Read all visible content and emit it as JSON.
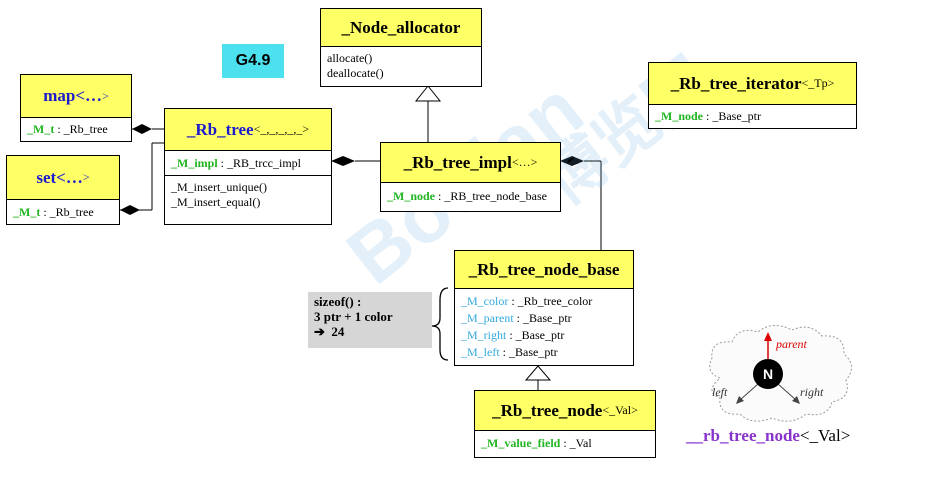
{
  "badge": "G4.9",
  "node_allocator": {
    "title": "_Node_allocator",
    "methods": [
      "allocate()",
      "deallocate()"
    ]
  },
  "map": {
    "title": "map<…",
    "tp": ">",
    "attr_name": "_M_t",
    "attr_type": " : _Rb_tree"
  },
  "set": {
    "title": "set<…",
    "tp": ">",
    "attr_name": "_M_t",
    "attr_type": " : _Rb_tree"
  },
  "rb_tree": {
    "title": "_Rb_tree",
    "tp": "<_,_,_,_,_>",
    "attr_name": "_M_impl",
    "attr_type": " : _RB_trcc_impl",
    "methods": [
      "_M_insert_unique()",
      "_M_insert_equal()"
    ]
  },
  "rb_tree_impl": {
    "title": "_Rb_tree_impl",
    "tp": "<…>",
    "attr_name": "_M_node",
    "attr_type": " : _RB_tree_node_base"
  },
  "rb_tree_iterator": {
    "title": "_Rb_tree_iterator",
    "tp": "<_Tp>",
    "attr_name": "_M_node",
    "attr_type": " : _Base_ptr"
  },
  "rb_tree_node_base": {
    "title": "_Rb_tree_node_base",
    "attrs": [
      {
        "name": "_M_color",
        "type": " : _Rb_tree_color"
      },
      {
        "name": "_M_parent",
        "type": " : _Base_ptr"
      },
      {
        "name": "_M_right",
        "type": " : _Base_ptr"
      },
      {
        "name": "_M_left",
        "type": " : _Base_ptr"
      }
    ]
  },
  "rb_tree_node": {
    "title": "_Rb_tree_node",
    "tp": "<_Val>",
    "attr_name": "_M_value_field",
    "attr_type": " : _Val"
  },
  "sizeof_note": {
    "line1": "sizeof() :",
    "line2": "3 ptr + 1 color",
    "line3": "24",
    "arrow": "➔"
  },
  "node_figure": {
    "node_label": "N",
    "parent": "parent",
    "left": "left",
    "right": "right",
    "caption_name": "__rb_tree_node",
    "caption_tp": "<_Val>"
  },
  "watermark": {
    "text": "Boolan",
    "chars": "博览网"
  },
  "colors": {
    "header": "#ffff66",
    "badge": "#4de0ee",
    "field_green": "#22b522",
    "field_cyan": "#33aadd",
    "title_blue": "#1a1ad0"
  }
}
